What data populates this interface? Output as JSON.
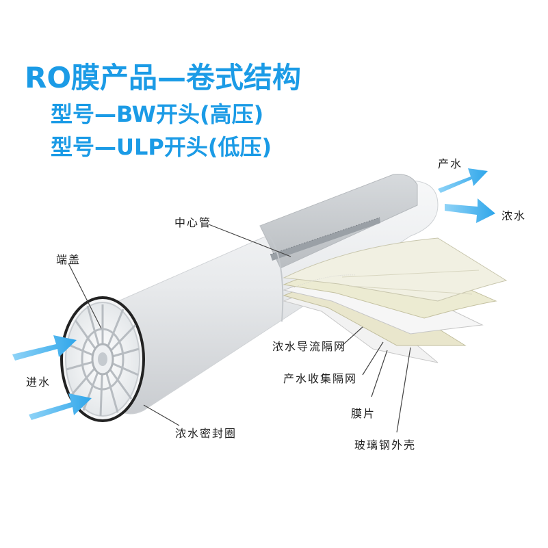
{
  "title": "RO膜产品—卷式结构",
  "models": [
    "型号—BW开头(高压)",
    "型号—ULP开头(低压)"
  ],
  "labels": {
    "product_water": "产水",
    "concentrate": "浓水",
    "center_tube": "中心管",
    "end_cap": "端盖",
    "feed_water": "进水",
    "concentrate_spacer": "浓水导流隔网",
    "permeate_spacer": "产水收集隔网",
    "membrane_sheet": "膜片",
    "fiberglass_shell": "玻璃钢外壳",
    "brine_seal": "浓水密封圈"
  },
  "colors": {
    "headline": "#1b9be6",
    "arrow": "#4db8f0",
    "shell": "#e9ecee",
    "membrane": "#ecebd4"
  }
}
